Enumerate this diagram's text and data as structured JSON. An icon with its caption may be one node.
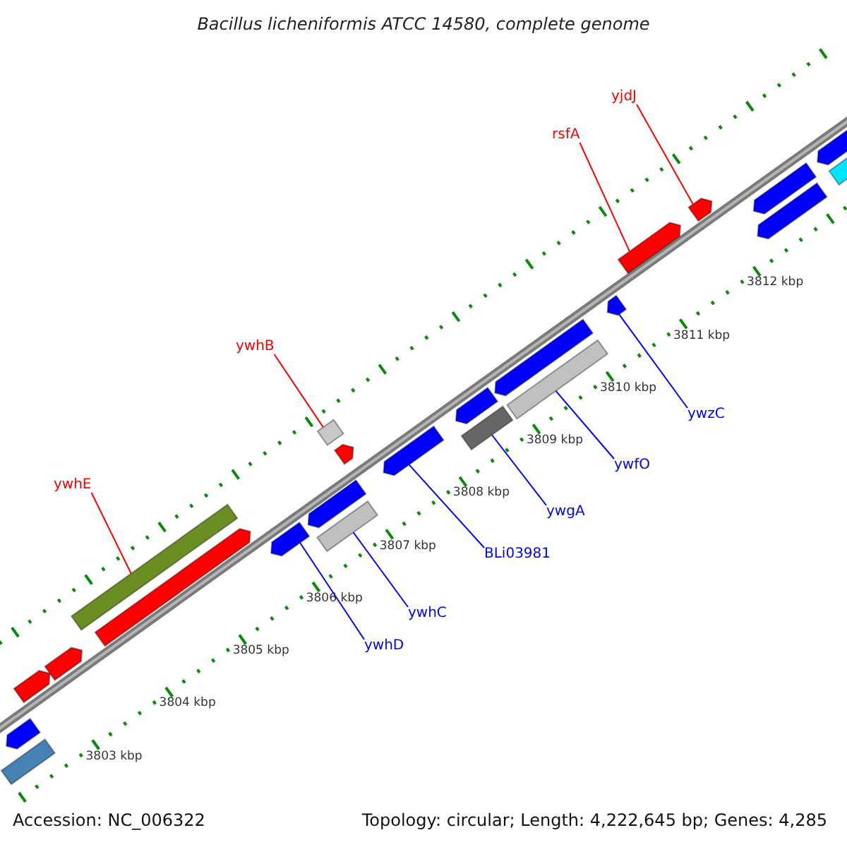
{
  "diagram": {
    "title": "Bacillus licheniformis ATCC 14580, complete genome",
    "nodes": [
      {
        "text": [
          "yjdJ"
        ]
      },
      {
        "text": [
          "rsfA"
        ]
      },
      {
        "text": [
          "ywhB"
        ]
      },
      {
        "text": [
          "ywzC"
        ]
      },
      {
        "text": [
          "ywfO"
        ]
      },
      {
        "text": [
          "ywhE"
        ]
      },
      {
        "text": [
          "ywgA"
        ]
      },
      {
        "text": [
          "BLi03981"
        ]
      },
      {
        "text": [
          "ywhC"
        ]
      },
      {
        "text": [
          "ywhD"
        ]
      },
      {
        "text": [],
        "shape": "arrow"
      },
      {
        "text": [],
        "shape": "arrow"
      },
      {
        "text": [],
        "shape": "arrow"
      },
      {
        "text": [],
        "shape": "arrow"
      },
      {
        "text": [],
        "shape": "bar"
      },
      {
        "text": [],
        "shape": "bar"
      },
      {
        "text": [],
        "shape": "bar"
      },
      {
        "text": [],
        "shape": "arrow"
      },
      {
        "text": [],
        "shape": "bar"
      },
      {
        "text": [],
        "shape": "arrow"
      },
      {
        "text": [],
        "shape": "arrow"
      },
      {
        "text": [],
        "shape": "arrow"
      },
      {
        "text": [],
        "shape": "arrow"
      },
      {
        "text": [],
        "shape": "arrow"
      },
      {
        "text": [],
        "shape": "arrow"
      },
      {
        "text": [],
        "shape": "arrow"
      },
      {
        "text": [],
        "shape": "arrow"
      },
      {
        "text": [],
        "shape": "arrow"
      },
      {
        "text": [],
        "shape": "arrow"
      },
      {
        "text": [],
        "shape": "arrow"
      },
      {
        "text": [],
        "shape": "bar"
      },
      {
        "text": [],
        "shape": "arrow"
      },
      {
        "text": [],
        "shape": "arrow"
      }
    ],
    "edges": [
      {
        "from": 0,
        "to": 10,
        "arrow": "none",
        "color": "#ff0000"
      },
      {
        "from": 1,
        "to": 11,
        "arrow": "none",
        "color": "#ff0000"
      },
      {
        "from": 2,
        "to": 12,
        "arrow": "none",
        "color": "#ff0000"
      },
      {
        "from": 3,
        "to": 13,
        "arrow": "none"
      },
      {
        "from": 4,
        "to": 14,
        "arrow": "none"
      },
      {
        "from": 5,
        "to": 15,
        "arrow": "none",
        "color": "#ff0000"
      },
      {
        "from": 6,
        "to": 16,
        "arrow": "none"
      },
      {
        "from": 7,
        "to": 17,
        "arrow": "none"
      },
      {
        "from": 8,
        "to": 18,
        "arrow": "none"
      },
      {
        "from": 9,
        "to": 19,
        "arrow": "none"
      }
    ],
    "labels": [
      "3812 kbp",
      "3811 kbp",
      "3810 kbp",
      "3809 kbp",
      "3808 kbp",
      "3807 kbp",
      "3806 kbp",
      "3805 kbp",
      "3804 kbp",
      "3803 kbp",
      "Accession: NC_006322",
      "Topology: circular; Length: 4,222,645 bp; Genes: 4,285"
    ]
  }
}
